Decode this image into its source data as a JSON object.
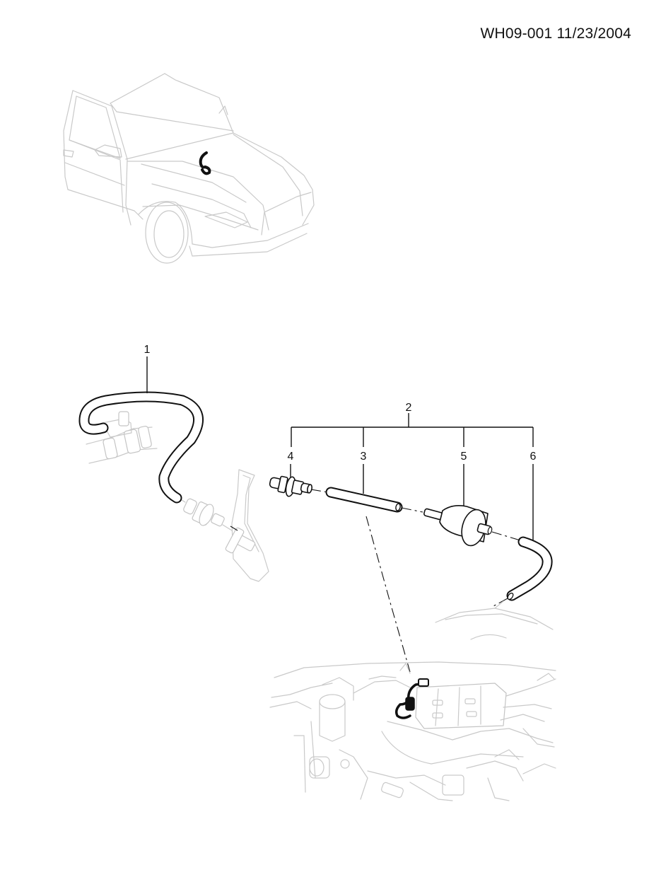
{
  "header": {
    "code": "WH09-001 11/23/2004"
  },
  "callouts": {
    "c1": "1",
    "c2": "2",
    "c3": "3",
    "c4": "4",
    "c5": "5",
    "c6": "6"
  }
}
